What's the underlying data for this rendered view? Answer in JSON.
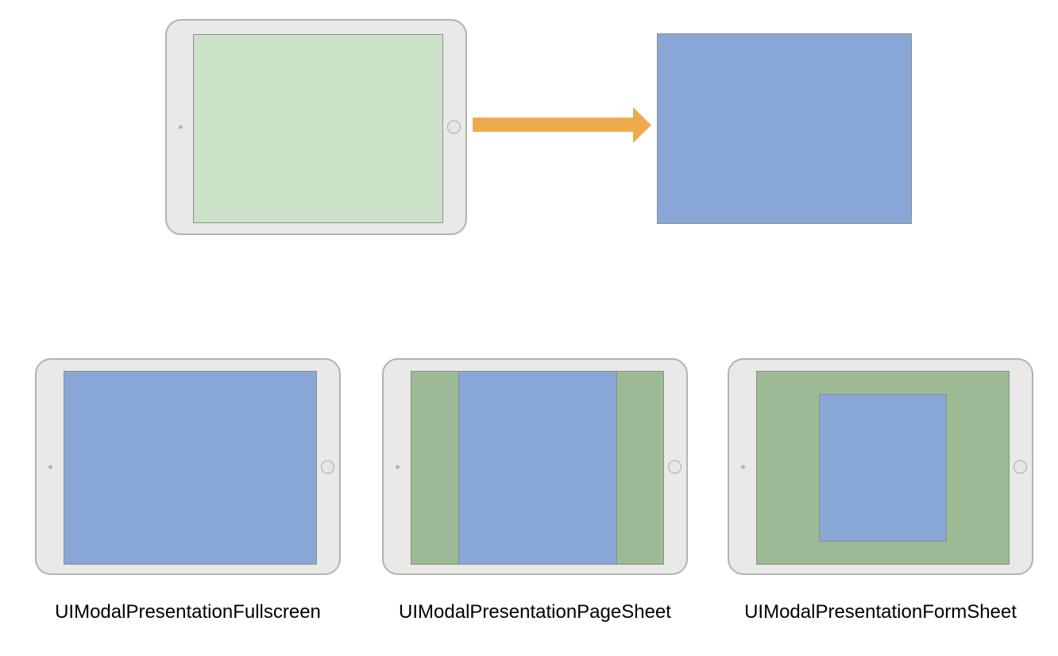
{
  "colors": {
    "ipad-body": "#e9eae8",
    "ipad-border": "#b2b2b2",
    "screen-border": "#8d8d8d",
    "green-light": "#cbe2c9",
    "green-dark": "#9cbb94",
    "blue": "#88a7d6",
    "arrow-orange": "#eeab4e",
    "home-fill": "#e6e7e5",
    "home-border": "#a9a9a9",
    "camera": "#b5b5b5",
    "label-text": "#000000"
  },
  "top_row": {
    "source_ipad": {
      "screen_color": "#cbe2c9",
      "description_color_key": "green-light"
    },
    "arrow": {
      "direction": "right",
      "color": "#eeab4e"
    },
    "presented_view": {
      "color": "#88a7d6"
    }
  },
  "bottom_row": [
    {
      "label": "UIModalPresentationFullscreen",
      "style": "fullscreen",
      "modal_color": "#88a7d6",
      "background_color": "#88a7d6"
    },
    {
      "label": "UIModalPresentationPageSheet",
      "style": "pagesheet",
      "modal_color": "#88a7d6",
      "background_color": "#9cbb94"
    },
    {
      "label": "UIModalPresentationFormSheet",
      "style": "formsheet",
      "modal_color": "#88a7d6",
      "background_color": "#9cbb94"
    }
  ]
}
